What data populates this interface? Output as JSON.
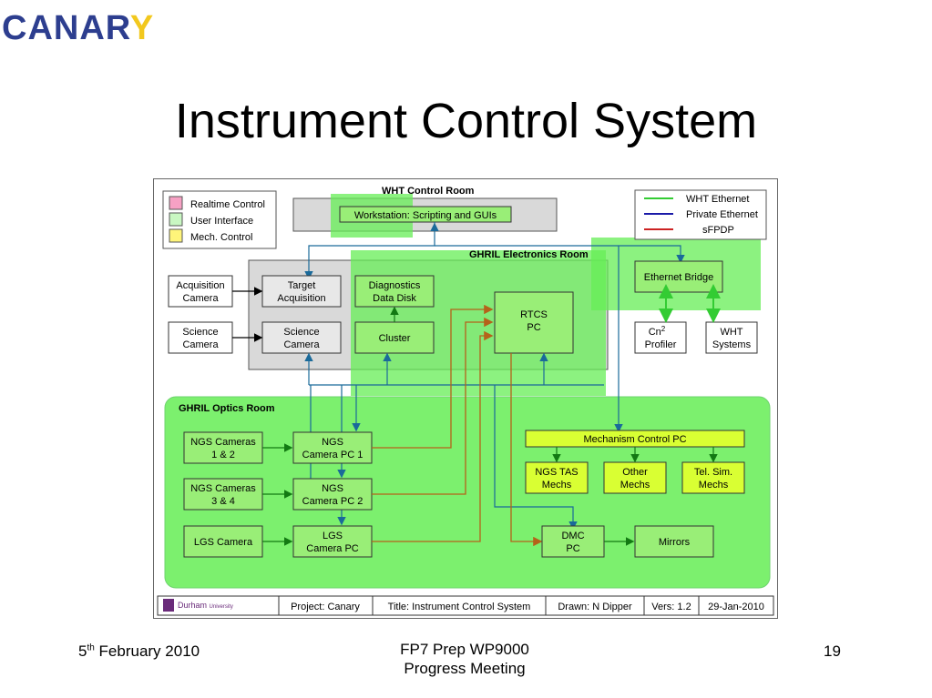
{
  "logo": {
    "text": "CANARY"
  },
  "slide": {
    "title": "Instrument Control System"
  },
  "legend_left": [
    {
      "label": "Realtime Control",
      "color": "#f7a1c4"
    },
    {
      "label": "User Interface",
      "color": "#c9f7c2"
    },
    {
      "label": "Mech. Control",
      "color": "#fff57a"
    }
  ],
  "legend_right": [
    {
      "label": "WHT Ethernet",
      "color": "#33cc33"
    },
    {
      "label": "Private Ethernet",
      "color": "#1a1aa8"
    },
    {
      "label": "sFPDP",
      "color": "#cc2222"
    }
  ],
  "rooms": {
    "wht_control": "WHT Control Room",
    "electronics": "GHRIL Electronics Room",
    "optics": "GHRIL Optics Room"
  },
  "boxes": {
    "workstation": "Workstation: Scripting and GUIs",
    "acq_camera_1": "Acquisition",
    "acq_camera_2": "Camera",
    "sci_camera_1": "Science",
    "sci_camera_2": "Camera",
    "target_acq_1": "Target",
    "target_acq_2": "Acquisition",
    "sci_camera_box_1": "Science",
    "sci_camera_box_2": "Camera",
    "diag_1": "Diagnostics",
    "diag_2": "Data Disk",
    "cluster": "Cluster",
    "rtcs_1": "RTCS",
    "rtcs_2": "PC",
    "eth_bridge": "Ethernet Bridge",
    "cn2_1": "Cn",
    "cn2_sup": "2",
    "cn2_2": "Profiler",
    "wht_sys_1": "WHT",
    "wht_sys_2": "Systems",
    "ngs12_1": "NGS Cameras",
    "ngs12_2": "1 & 2",
    "ngs34_1": "NGS Cameras",
    "ngs34_2": "3 & 4",
    "lgs_cam": "LGS Camera",
    "ngs_pc1_1": "NGS",
    "ngs_pc1_2": "Camera PC 1",
    "ngs_pc2_1": "NGS",
    "ngs_pc2_2": "Camera PC 2",
    "lgs_pc_1": "LGS",
    "lgs_pc_2": "Camera PC",
    "mech_pc": "Mechanism Control PC",
    "ngs_tas_1": "NGS TAS",
    "ngs_tas_2": "Mechs",
    "other_1": "Other",
    "other_2": "Mechs",
    "telsim_1": "Tel. Sim.",
    "telsim_2": "Mechs",
    "dmc_1": "DMC",
    "dmc_2": "PC",
    "mirrors": "Mirrors"
  },
  "title_block": {
    "university": "Durham",
    "university_suffix": "University",
    "project": "Project: Canary",
    "diagram_title": "Title: Instrument Control System",
    "drawn": "Drawn: N Dipper",
    "version": "Vers: 1.2",
    "date": "29-Jan-2010"
  },
  "footer": {
    "date_day": "5",
    "date_sup": "th",
    "date_rest": " February 2010",
    "meeting_1": "FP7 Prep WP9000",
    "meeting_2": "Progress Meeting",
    "page": "19"
  }
}
